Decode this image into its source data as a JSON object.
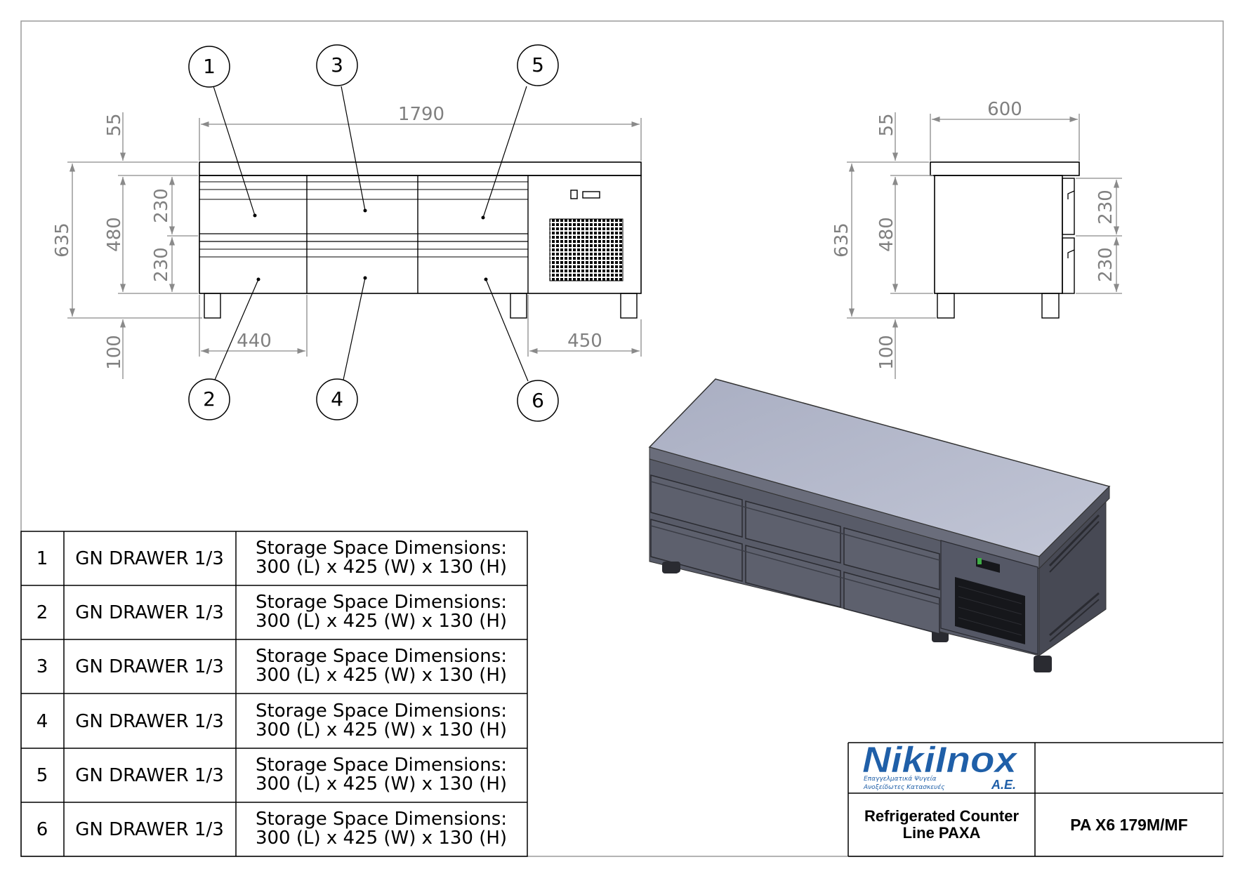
{
  "front_view": {
    "dims": {
      "overall_length": "1790",
      "top_thickness": "55",
      "overall_height": "635",
      "body_height": "480",
      "drawer_upper": "230",
      "drawer_lower": "230",
      "leg_height": "100",
      "drawer_width": "440",
      "compressor_width": "450"
    },
    "balloons": [
      "1",
      "2",
      "3",
      "4",
      "5",
      "6"
    ]
  },
  "side_view": {
    "dims": {
      "depth": "600",
      "top_thickness": "55",
      "overall_height": "635",
      "body_height": "480",
      "drawer_upper": "230",
      "drawer_lower": "230",
      "leg_height": "100"
    }
  },
  "parts_table": {
    "rows": [
      {
        "num": "1",
        "name": "GN DRAWER 1/3",
        "desc_line1": "Storage Space Dimensions:",
        "desc_line2": "300 (L) x 425 (W) x 130 (H)"
      },
      {
        "num": "2",
        "name": "GN DRAWER 1/3",
        "desc_line1": "Storage Space Dimensions:",
        "desc_line2": "300 (L) x 425 (W) x 130 (H)"
      },
      {
        "num": "3",
        "name": "GN DRAWER 1/3",
        "desc_line1": "Storage Space Dimensions:",
        "desc_line2": "300 (L) x 425 (W) x 130 (H)"
      },
      {
        "num": "4",
        "name": "GN DRAWER 1/3",
        "desc_line1": "Storage Space Dimensions:",
        "desc_line2": "300 (L) x 425 (W) x 130 (H)"
      },
      {
        "num": "5",
        "name": "GN DRAWER 1/3",
        "desc_line1": "Storage Space Dimensions:",
        "desc_line2": "300 (L) x 425 (W) x 130 (H)"
      },
      {
        "num": "6",
        "name": "GN DRAWER 1/3",
        "desc_line1": "Storage Space Dimensions:",
        "desc_line2": "300 (L) x 425 (W) x 130 (H)"
      }
    ]
  },
  "title_block": {
    "logo_text": "NikiInox",
    "logo_suffix": "A.E.",
    "logo_tagline_1": "Επαγγελματικά Ψυγεία",
    "logo_tagline_2": "Ανοξείδωτες Κατασκευές",
    "product_line1": "Refrigerated Counter",
    "product_line2": "Line PAXA",
    "model_code": "PA X6 179M/MF"
  },
  "colors": {
    "line": "#000000",
    "dimension": "#808080",
    "logo_blue": "#1f5fa8",
    "render_top": "#b4b9cc",
    "render_front": "#5a5d6a"
  }
}
